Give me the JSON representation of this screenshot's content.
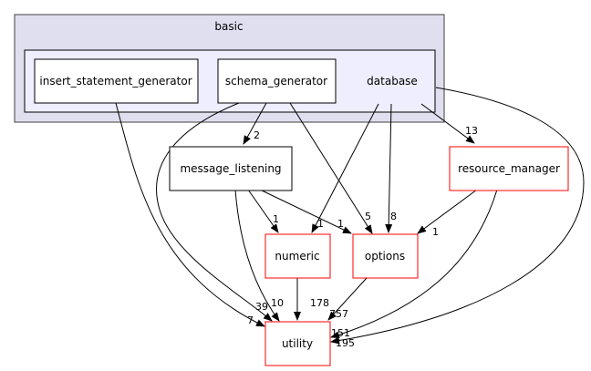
{
  "clusters": {
    "outer_label": "basic",
    "inner_label": "database"
  },
  "nodes": {
    "insert_statement_generator": "insert_statement_generator",
    "schema_generator": "schema_generator",
    "message_listening": "message_listening",
    "resource_manager": "resource_manager",
    "numeric": "numeric",
    "options": "options",
    "utility": "utility"
  },
  "edge_labels": {
    "db_to_resource_manager": "13",
    "schema_to_message_listening": "2",
    "msg_to_numeric": "1",
    "msg_to_options": "1",
    "db_to_numeric": "1",
    "schema_to_options": "5",
    "db_to_options": "8",
    "rm_to_options": "1",
    "schema_to_utility": "39",
    "msg_to_utility": "10",
    "numeric_to_utility": "178",
    "options_to_utility": "757",
    "insert_to_utility": "7",
    "rm_to_utility": "151",
    "db_to_utility": "195"
  },
  "colors": {
    "outer_cluster_fill": "#dfdff0",
    "inner_cluster_fill": "#eeeeff",
    "cluster_border": "#404040",
    "node_border_black": "#000000",
    "node_border_red": "#ff0000",
    "edge": "#000000"
  }
}
